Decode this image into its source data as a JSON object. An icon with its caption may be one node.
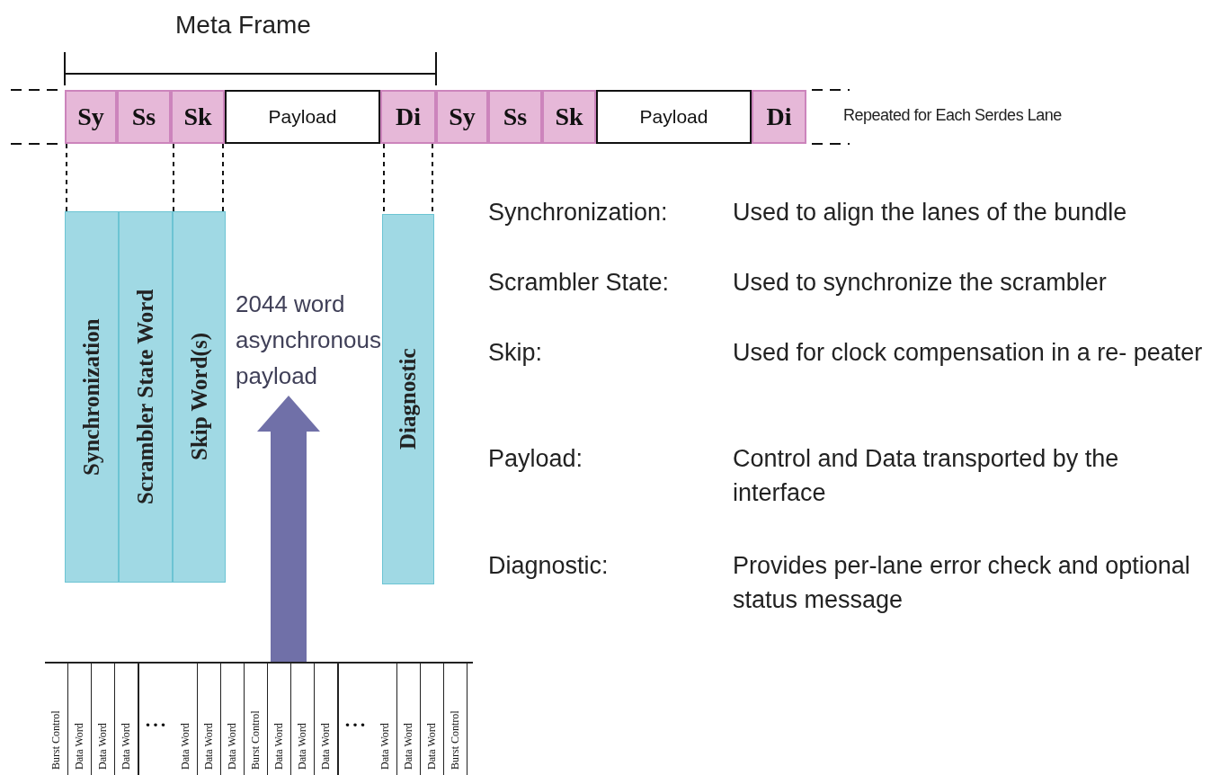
{
  "diagram": {
    "nodes": [
      {
        "text": [
          "Sy"
        ]
      },
      {
        "text": [
          "Ss"
        ]
      },
      {
        "text": [
          "Sk"
        ]
      },
      {
        "text": [
          "Payload"
        ]
      },
      {
        "text": [
          "Di"
        ]
      },
      {
        "text": [
          "Sy"
        ]
      },
      {
        "text": [
          "Ss"
        ]
      },
      {
        "text": [
          "Sk"
        ]
      },
      {
        "text": [
          "Payload"
        ]
      },
      {
        "text": [
          "Di"
        ]
      },
      {
        "text": [
          "Synchronization"
        ]
      },
      {
        "text": [
          "Scrambler State Word"
        ]
      },
      {
        "text": [
          "Skip Word(s)"
        ]
      },
      {
        "text": [
          "2044 word asynchronous payload"
        ]
      },
      {
        "text": [
          "Diagnostic"
        ]
      },
      {
        "text": [],
        "shape": "box"
      },
      {
        "text": [
          "Burst Control"
        ],
        "in": 15
      },
      {
        "text": [
          "Data Word"
        ],
        "in": 15
      },
      {
        "text": [
          "Data Word"
        ],
        "in": 15
      },
      {
        "text": [
          "Data Word"
        ],
        "in": 15
      },
      {
        "text": [
          "..."
        ],
        "in": 15
      },
      {
        "text": [
          "Data Word"
        ],
        "in": 15
      },
      {
        "text": [
          "Data Word"
        ],
        "in": 15
      },
      {
        "text": [
          "Data Word"
        ],
        "in": 15
      },
      {
        "text": [
          "Burst Control"
        ],
        "in": 15
      },
      {
        "text": [
          "Data Word"
        ],
        "in": 15
      },
      {
        "text": [
          "Data Word"
        ],
        "in": 15
      },
      {
        "text": [
          "Data Word"
        ],
        "in": 15
      },
      {
        "text": [
          "..."
        ],
        "in": 15
      },
      {
        "text": [
          "Data Word"
        ],
        "in": 15
      },
      {
        "text": [
          "Data Word"
        ],
        "in": 15
      },
      {
        "text": [
          "Data Word"
        ],
        "in": 15
      },
      {
        "text": [
          "Burst Control"
        ],
        "in": 15
      }
    ],
    "edges": [
      {
        "from": 15,
        "to": 13,
        "arrow": "to",
        "style": "thick",
        "color": "#7070a8"
      },
      {
        "from": 0,
        "to": 10,
        "arrow": "none",
        "style": "dashed"
      },
      {
        "from": 2,
        "to": 12,
        "arrow": "none",
        "style": "dashed"
      },
      {
        "from": 2,
        "to": 12,
        "arrow": "none",
        "style": "dashed"
      },
      {
        "from": 4,
        "to": 14,
        "arrow": "none",
        "style": "dashed"
      },
      {
        "from": 4,
        "to": 14,
        "arrow": "none",
        "style": "dashed"
      }
    ],
    "labels": [
      "Meta Frame",
      "Repeated for Each Serdes Lane",
      "Synchronization:",
      "Used to align the lanes of the bundle",
      "Scrambler State:",
      "Used to synchronize the scrambler",
      "Skip:",
      "Used for clock compensation in a re- peater",
      "Payload:",
      "Control and Data transported by the interface",
      "Diagnostic:",
      "Provides per-lane error check and optional status message"
    ]
  }
}
